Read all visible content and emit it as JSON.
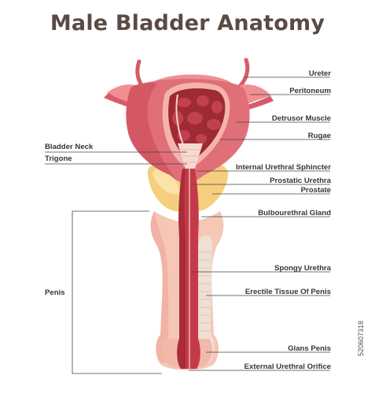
{
  "title": "Male Bladder Anatomy",
  "labels_right": [
    "Ureter",
    "Peritoneum",
    "Detrusor Muscle",
    "Rugae",
    "Internal Urethral Sphincter",
    "Prostatic Urethra",
    "Prostate",
    "Bulbourethral Gland",
    "Spongy Urethra",
    "Erectile Tissue Of Penis",
    "Glans Penis",
    "External Urethral Orifice"
  ],
  "labels_left": [
    "Bladder Neck",
    "Trigone"
  ],
  "penis_label": "Penis",
  "image_id": "520607318",
  "colors": {
    "title": "#5a4a43",
    "bladder_outer": "#d85a68",
    "bladder_light": "#f08f93",
    "lumen": "#9e2a36",
    "prostate": "#f5cf7d",
    "skin": "#f6c6b6",
    "erectile": "#eedfd2",
    "leader_line": "#4a4240"
  }
}
